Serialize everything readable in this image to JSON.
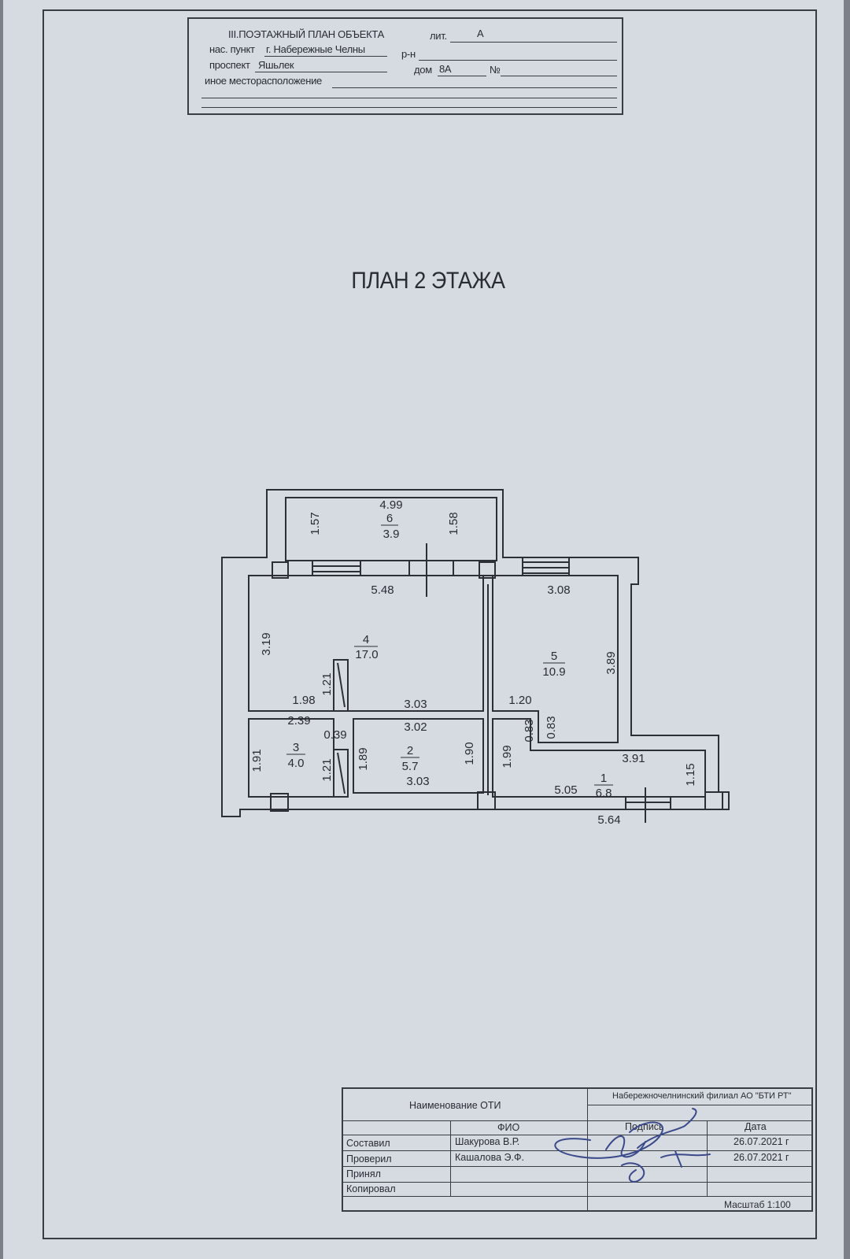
{
  "header": {
    "title": "III.ПОЭТАЖНЫЙ ПЛАН ОБЪЕКТА",
    "lit_label": "лит.",
    "lit_value": "А",
    "settlement_label": "нас. пункт",
    "settlement_value": "г. Набережные Челны",
    "district_label": "р-н",
    "street_label": "проспект",
    "street_value": "Яшьлек",
    "house_label": "дом",
    "house_value": "8А",
    "number_label": "№",
    "other_location_label": "иное месторасположение"
  },
  "plan": {
    "title": "ПЛАН 2 ЭТАЖА",
    "rooms": [
      {
        "number": "6",
        "area": "3.9"
      },
      {
        "number": "4",
        "area": "17.0"
      },
      {
        "number": "5",
        "area": "10.9"
      },
      {
        "number": "3",
        "area": "4.0"
      },
      {
        "number": "2",
        "area": "5.7"
      },
      {
        "number": "1",
        "area": "6.8"
      }
    ],
    "dimensions": {
      "d_4_99": "4.99",
      "d_1_57": "1.57",
      "d_1_58": "1.58",
      "d_5_48": "5.48",
      "d_3_08": "3.08",
      "d_3_19": "3.19",
      "d_3_89": "3.89",
      "d_1_21_top": "1.21",
      "d_1_98": "1.98",
      "d_3_03_top": "3.03",
      "d_1_20": "1.20",
      "d_2_39": "2.39",
      "d_3_02": "3.02",
      "d_0_83_a": "0.83",
      "d_0_83_b": "0.83",
      "d_0_39": "0.39",
      "d_1_91": "1.91",
      "d_1_21_bottom": "1.21",
      "d_1_89": "1.89",
      "d_1_90": "1.90",
      "d_1_99": "1.99",
      "d_3_91": "3.91",
      "d_1_15": "1.15",
      "d_3_03_bottom": "3.03",
      "d_5_05": "5.05",
      "d_5_64": "5.64"
    }
  },
  "title_block": {
    "oti_name_label": "Наименование ОТИ",
    "organization": "Набережночелнинский филиал АО \"БТИ РТ\"",
    "col_fio": "ФИО",
    "col_signature": "Подпись",
    "col_date": "Дата",
    "rows": [
      {
        "role": "Составил",
        "name": "Шакурова В.Р.",
        "date": "26.07.2021 г"
      },
      {
        "role": "Проверил",
        "name": "Кашалова Э.Ф.",
        "date": "26.07.2021 г"
      },
      {
        "role": "Принял",
        "name": "",
        "date": ""
      },
      {
        "role": "Копировал",
        "name": "",
        "date": ""
      }
    ],
    "scale": "Масштаб 1:100"
  }
}
